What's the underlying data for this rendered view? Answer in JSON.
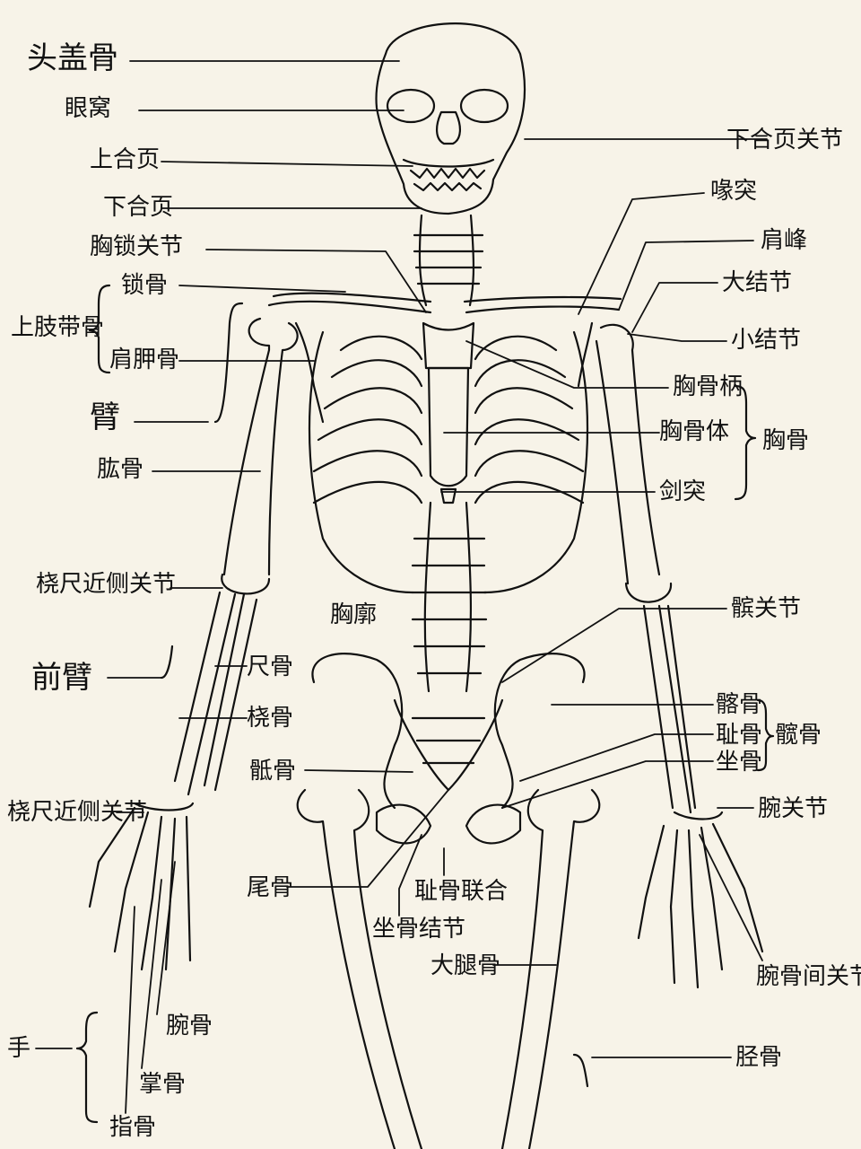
{
  "labels": {
    "skull": "头盖骨",
    "orbit": "眼窝",
    "maxilla": "上合页",
    "mandible": "下合页",
    "tmj": "下合页关节",
    "sternoclavicular": "胸锁关节",
    "coracoid": "喙突",
    "acromion": "肩峰",
    "greater_tubercle": "大结节",
    "lesser_tubercle": "小结节",
    "shoulder_girdle": "上肢带骨",
    "clavicle": "锁骨",
    "scapula": "肩胛骨",
    "arm": "臂",
    "humerus": "肱骨",
    "manubrium": "胸骨柄",
    "sternum_body": "胸骨体",
    "sternum": "胸骨",
    "xiphoid": "剑突",
    "prox_radioulnar": "桡尺近侧关节",
    "ribcage": "胸廓",
    "elbow": "髌关节",
    "forearm": "前臂",
    "ulna": "尺骨",
    "radius": "桡骨",
    "ilium": "髂骨",
    "pubis": "耻骨",
    "ischium": "坐骨",
    "hip_bone": "髋骨",
    "sacrum": "骶骨",
    "dist_radioulnar": "桡尺近侧关节",
    "wrist": "腕关节",
    "coccyx": "尾骨",
    "pubic_symphysis": "耻骨联合",
    "ischial_tuberosity": "坐骨结节",
    "femur": "大腿骨",
    "intercarpal": "腕骨间关节",
    "hand": "手",
    "carpals": "腕骨",
    "metacarpals": "掌骨",
    "phalanges": "指骨",
    "tibia": "胫骨"
  }
}
